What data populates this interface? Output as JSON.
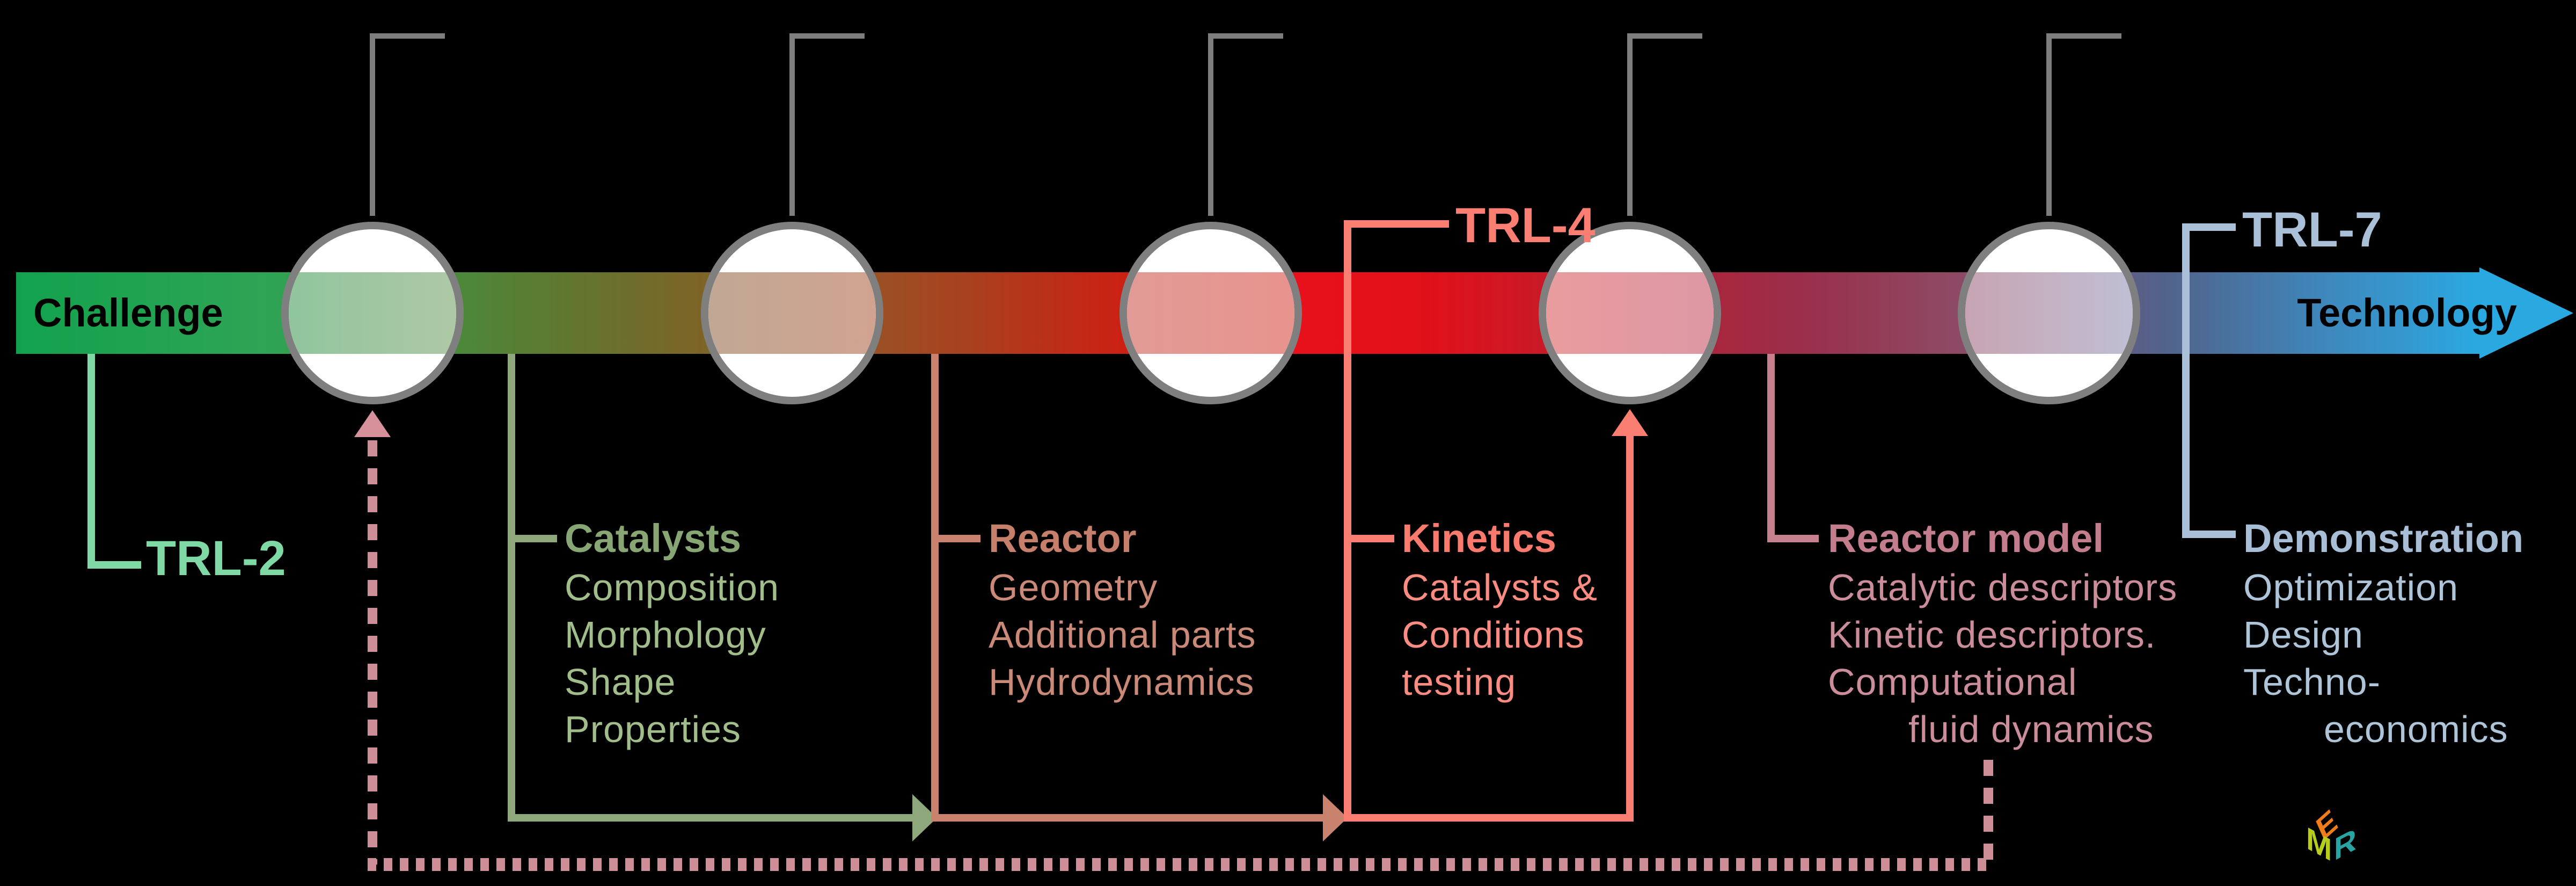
{
  "diagram": {
    "challenge_label": "Challenge",
    "technology_label": "Technology",
    "trl": {
      "trl2": "TRL-2",
      "trl4": "TRL-4",
      "trl7": "TRL-7"
    },
    "stages": [
      {
        "name": "Catalysts",
        "items": [
          "Composition",
          "Morphology",
          "Shape",
          "Properties"
        ]
      },
      {
        "name": "Reactor",
        "items": [
          "Geometry",
          "Additional parts",
          "Hydrodynamics"
        ]
      },
      {
        "name": "Kinetics",
        "items": [
          "Catalysts &",
          "Conditions",
          "testing"
        ]
      },
      {
        "name": "Reactor model",
        "items": [
          "Catalytic descriptors",
          "Kinetic descriptors.",
          "Computational",
          "fluid dynamics"
        ]
      },
      {
        "name": "Demonstration",
        "items": [
          "Optimization",
          "Design",
          "Techno-",
          "economics"
        ]
      }
    ],
    "logo": {
      "top": "E",
      "left": "M",
      "right": "R"
    },
    "colors": {
      "bar_start_green": "#12a24d",
      "bar_mid_red": "#e8111b",
      "bar_end_blue": "#2aa9e1",
      "trl2_accent": "#7fd9a4",
      "catalysts_accent": "#8fa87b",
      "reactor_accent": "#c9826e",
      "kinetics_accent": "#fb7e72",
      "reactor_model_accent": "#c6808e",
      "demonstration_accent": "#a9c0d8",
      "feedback_dotted": "#cd8e98",
      "circle_border": "#7f7f7f",
      "hook_gray": "#7d7d7d",
      "logo_orange": "#ef7d1a",
      "logo_lime": "#b8cc1c",
      "logo_teal": "#27a5a2"
    }
  }
}
